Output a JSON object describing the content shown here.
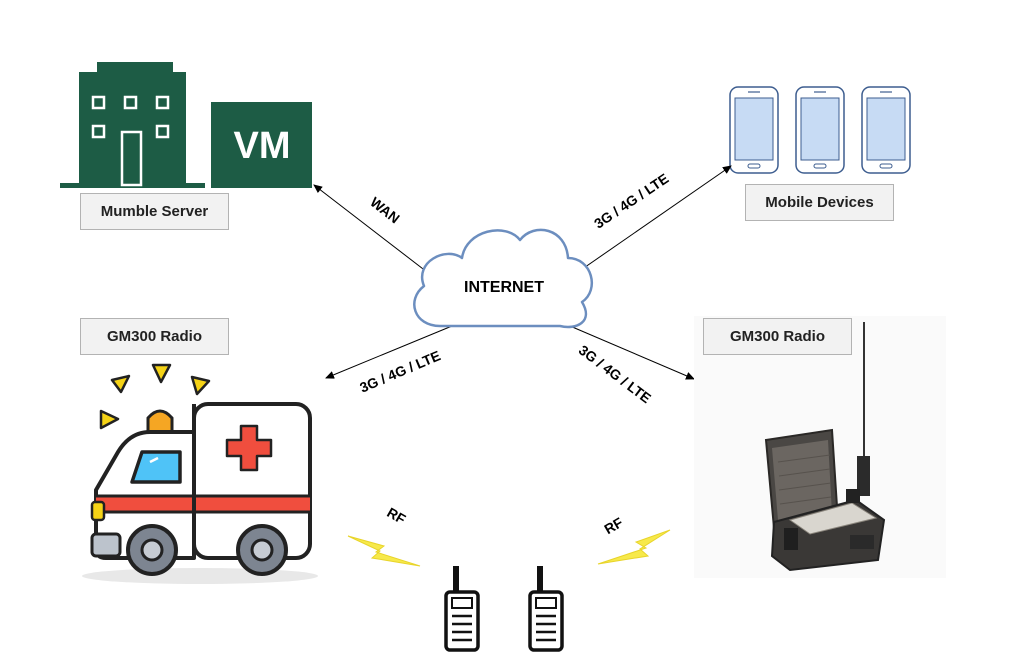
{
  "nodes": {
    "server": {
      "label": "Mumble Server",
      "vm_text": "VM"
    },
    "mobile": {
      "label": "Mobile Devices"
    },
    "radio_left": {
      "label": "GM300 Radio"
    },
    "radio_right": {
      "label": "GM300 Radio"
    },
    "internet": {
      "label": "INTERNET"
    }
  },
  "edges": {
    "wan": "WAN",
    "mobile_link": "3G / 4G / LTE",
    "left_link": "3G / 4G / LTE",
    "right_link": "3G / 4G / LTE",
    "rf_left": "RF",
    "rf_right": "RF"
  },
  "colors": {
    "server_green": "#1d5c45",
    "cloud_stroke": "#6c8ebf",
    "phone_blue": "#c7dbf4",
    "ambulance_red": "#f04e3e",
    "ambulance_orange": "#f5a623",
    "lightning_yellow": "#f7e94a"
  },
  "icons": [
    "building-icon",
    "vm-icon",
    "smartphone-icon",
    "cloud-icon",
    "ambulance-icon",
    "radio-case-icon",
    "walkie-talkie-icon",
    "lightning-icon"
  ]
}
